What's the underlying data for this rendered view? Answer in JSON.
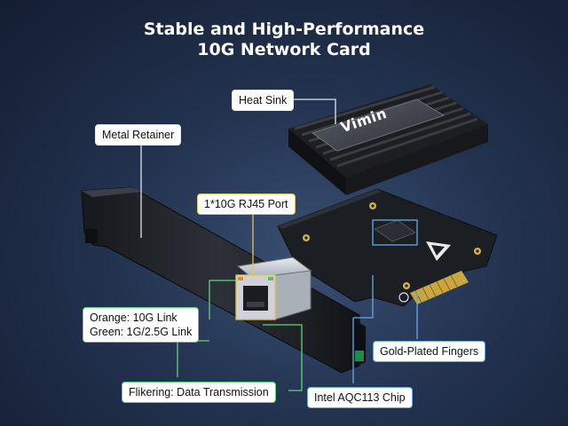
{
  "header": {
    "title_line1": "Stable and High-Performance",
    "title_line2": "10G Network Card"
  },
  "heatsink": {
    "brand": "Vimin"
  },
  "callouts": {
    "heat_sink": "Heat Sink",
    "metal_retainer": "Metal Retainer",
    "rj45_port": "1*10G RJ45 Port",
    "led_orange": "Orange: 10G Link",
    "led_green": "Green: 1G/2.5G Link",
    "gold_fingers": "Gold-Plated Fingers",
    "flickering": "Flikering: Data Transmission",
    "chip": "Intel AQC113 Chip"
  },
  "colors": {
    "background": "#22324f",
    "pcb": "#1b1e22",
    "gold": "#d4b24a",
    "leader_green": "#5fd37a",
    "leader_yellow": "#e3c35a",
    "leader_blue": "#6aa7e6"
  }
}
